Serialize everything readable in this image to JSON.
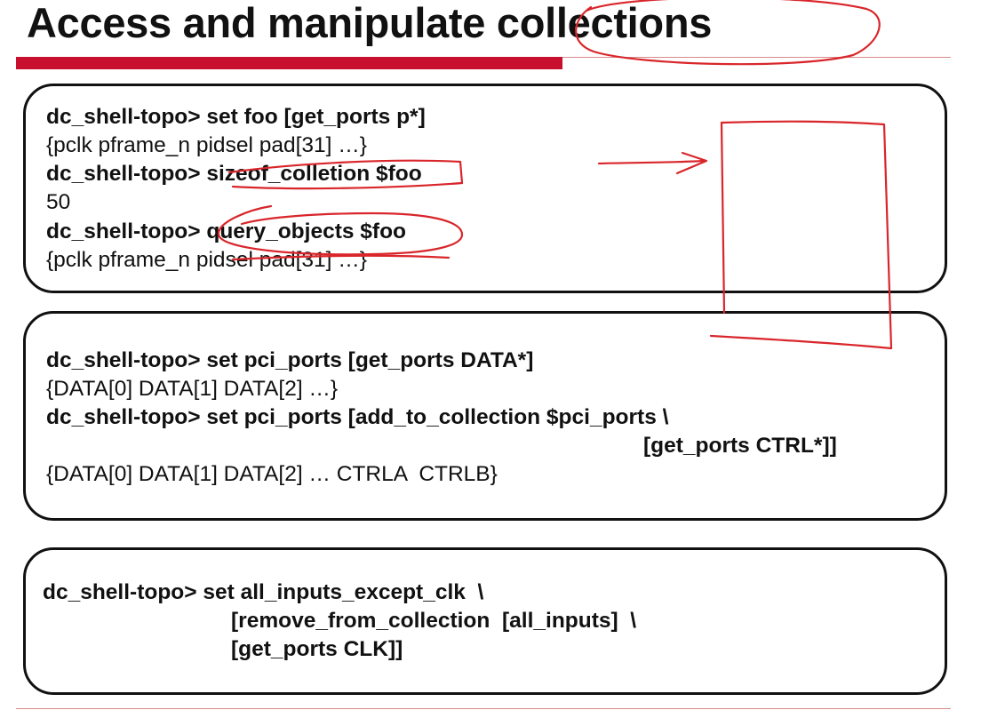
{
  "slide": {
    "title": "Access and manipulate collections"
  },
  "panel_1": {
    "lines": [
      "dc_shell-topo> set foo [get_ports p*]",
      "{pclk pframe_n pidsel pad[31] …}",
      "dc_shell-topo> sizeof_colletion $foo",
      "50",
      "dc_shell-topo> query_objects $foo",
      "{pclk pframe_n pidsel pad[31] …}"
    ]
  },
  "panel_2": {
    "lines": [
      "dc_shell-topo> set pci_ports [get_ports DATA*]",
      "{DATA[0] DATA[1] DATA[2] …}",
      "dc_shell-topo> set pci_ports [add_to_collection $pci_ports \\",
      "[get_ports CTRL*]]",
      "{DATA[0] DATA[1] DATA[2] … CTRLA  CTRLB}"
    ]
  },
  "panel_3": {
    "lines": [
      "dc_shell-topo> set all_inputs_except_clk  \\",
      "[remove_from_collection  [all_inputs]  \\",
      "[get_ports CLK]]"
    ]
  },
  "annotations": {
    "ink_color": "#d9262b"
  }
}
